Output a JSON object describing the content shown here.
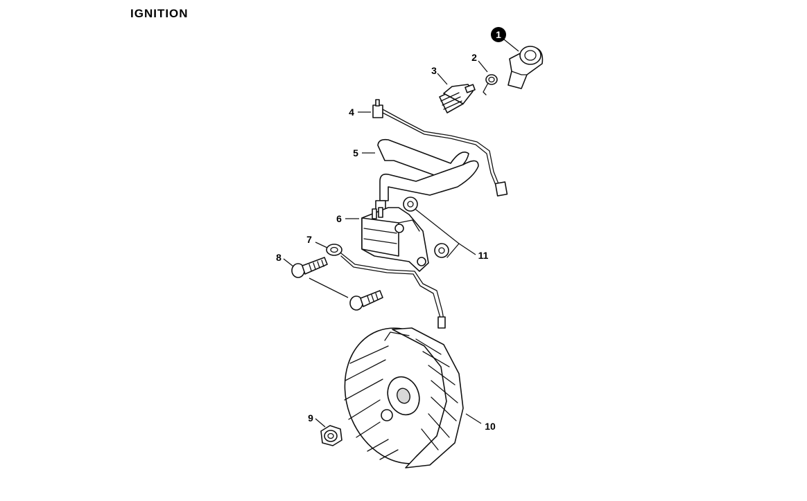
{
  "title": "IGNITION",
  "callouts": [
    {
      "id": 1,
      "label": "1",
      "part": "spark-plug-boot",
      "highlighted": true
    },
    {
      "id": 2,
      "label": "2",
      "part": "spring"
    },
    {
      "id": 3,
      "label": "3",
      "part": "spark-plug"
    },
    {
      "id": 4,
      "label": "4",
      "part": "stop-wire"
    },
    {
      "id": 5,
      "label": "5",
      "part": "hv-lead"
    },
    {
      "id": 6,
      "label": "6",
      "part": "ignition-module"
    },
    {
      "id": 7,
      "label": "7",
      "part": "ground-wire"
    },
    {
      "id": 8,
      "label": "8",
      "part": "screw"
    },
    {
      "id": 9,
      "label": "9",
      "part": "nut"
    },
    {
      "id": 10,
      "label": "10",
      "part": "flywheel"
    },
    {
      "id": 11,
      "label": "11",
      "part": "spacer"
    }
  ],
  "colors": {
    "ink": "#111111",
    "background": "#ffffff",
    "callout_badge": "#000000"
  }
}
